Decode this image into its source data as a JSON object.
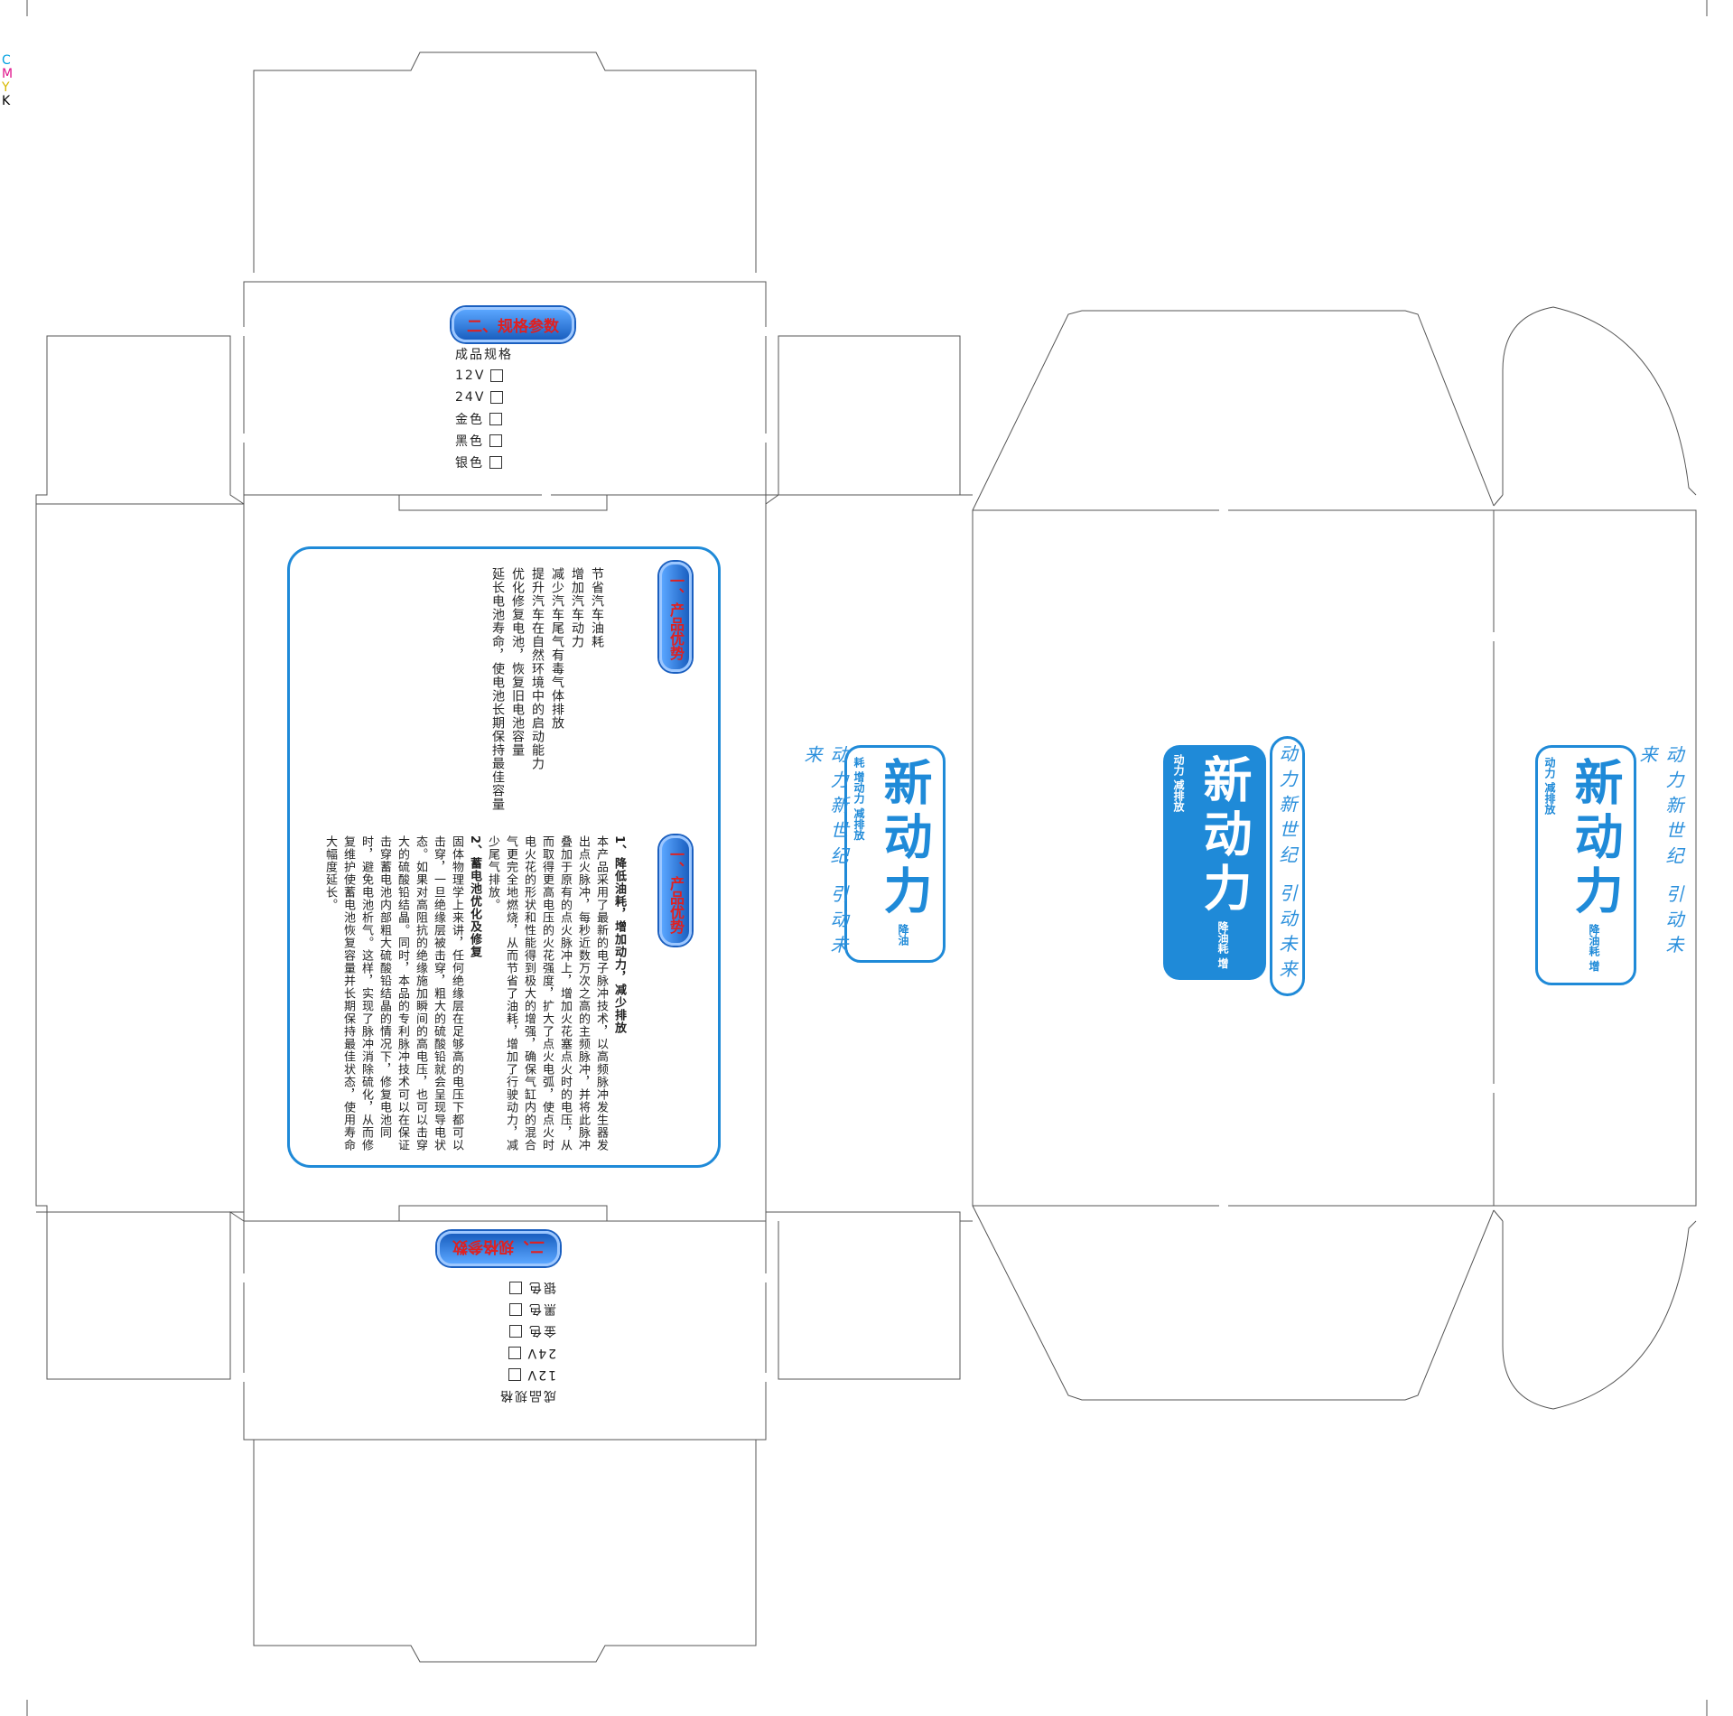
{
  "marks": {
    "cmyk": [
      "C",
      "M",
      "Y",
      "K"
    ],
    "colors": {
      "c": "#00a0e0",
      "m": "#e0148c",
      "y": "#f0d000",
      "k": "#000000"
    }
  },
  "spec_top": {
    "title": "二、规格参数",
    "heading": "成品规格",
    "items": [
      "12V",
      "24V",
      "金色",
      "黑色",
      "银色"
    ]
  },
  "spec_bottom": {
    "title": "二、规格参数",
    "heading": "成品规格",
    "items": [
      "12V",
      "24V",
      "金色",
      "黑色",
      "银色"
    ]
  },
  "advantages": {
    "title": "一、产品优势",
    "lines": [
      "节省汽车油耗",
      "增加汽车动力",
      "减少汽车尾气有毒气体排放",
      "提升汽车在自然环境中的启动能力",
      "优化修复电池，恢复旧电池容量",
      "延长电池寿命，使电池长期保持最佳容量"
    ]
  },
  "advantages2": {
    "title": "一、产品优势",
    "p1_title": "1、降低油耗，增加动力，减少排放",
    "p1_text": "本产品采用了最新的电子脉冲技术，以高频脉冲发生器发出点火脉冲，每秒近数万次之高的主频脉冲，并将此脉冲叠加于原有的点火脉冲上，增加火花塞点火时的电压，从而取得更高电压的火花强度，扩大了点火电弧，使点火时电火花的形状和性能得到极大的增强，确保气缸内的混合气更完全地燃烧，从而节省了油耗，增加了行驶动力，减少尾气排放。",
    "p2_title": "2、蓄电池优化及修复",
    "p2_text": "固体物理学上来讲，任何绝缘层在足够高的电压下都可以击穿，一旦绝缘层被击穿，粗大的硫酸铅就会呈现导电状态。如果对高阻抗的绝缘施加瞬间的高电压，也可以击穿大的硫酸铅结晶。同时，本品的专利脉冲技术可以在保证击穿蓄电池内部粗大硫酸铅结晶的情况下，修复电池同时，避免电池析气。这样，实现了脉冲消除硫化，从而修复维护使蓄电池恢复容量并长期保持最佳状态，使用寿命大幅度延长。"
  },
  "brand": {
    "name": "新动力",
    "tagline": "降油耗 增动力 减排放",
    "slogan": "动力新世纪 引动未来",
    "blue": "#1f8ad8"
  }
}
